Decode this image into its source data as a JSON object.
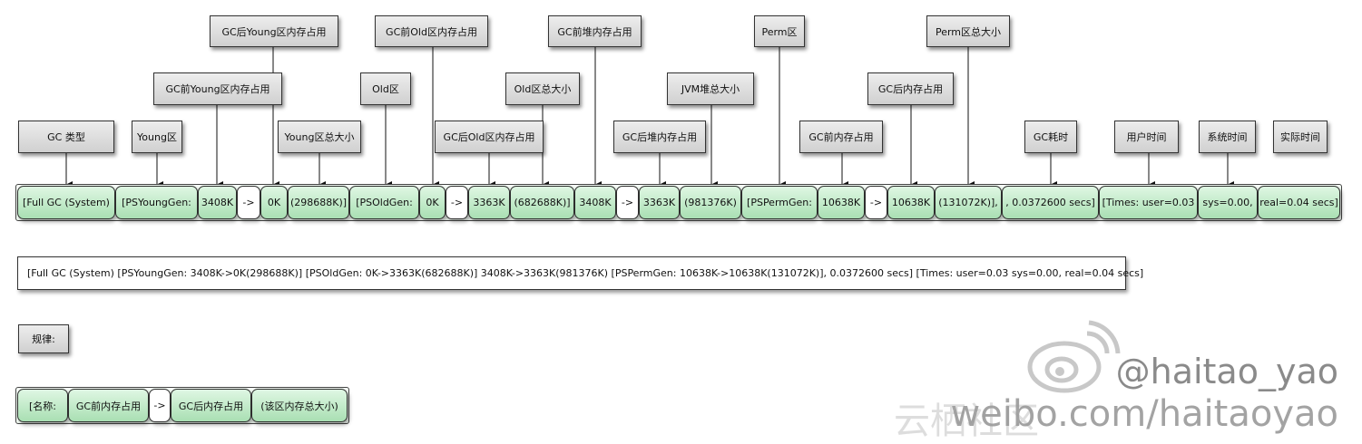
{
  "labels": {
    "gc_type": "GC 类型",
    "young_area": "Young区",
    "young_before": "GC前Young区内存占用",
    "young_after": "GC后Young区内存占用",
    "young_total": "Young区总大小",
    "old_area": "Old区",
    "old_before": "GC前Old区内存占用",
    "old_after": "GC后Old区内存占用",
    "old_total": "Old区总大小",
    "heap_before": "GC前堆内存占用",
    "heap_after": "GC后堆内存占用",
    "jvm_total": "JVM堆总大小",
    "perm_area": "Perm区",
    "perm_before": "GC前内存占用",
    "perm_after": "GC后内存占用",
    "perm_total": "Perm区总大小",
    "gc_time": "GC耗时",
    "user_time": "用户时间",
    "sys_time": "系统时间",
    "real_time": "实际时间"
  },
  "log_segments": [
    "[Full GC (System)",
    "[PSYoungGen:",
    "3408K",
    "->",
    "0K",
    "(298688K)]",
    "[PSOldGen:",
    "0K",
    "->",
    "3363K",
    "(682688K)]",
    "3408K",
    "->",
    "3363K",
    "(981376K)",
    "[PSPermGen:",
    "10638K",
    "->",
    "10638K",
    "(131072K)],",
    ", 0.0372600 secs]",
    "[Times: user=0.03",
    "sys=0.00,",
    "real=0.04 secs]"
  ],
  "full_log": "[Full GC (System) [PSYoungGen: 3408K->0K(298688K)] [PSOldGen: 0K->3363K(682688K)] 3408K->3363K(981376K) [PSPermGen: 10638K->10638K(131072K)], 0.0372600 secs] [Times: user=0.03 sys=0.00, real=0.04 secs]",
  "rule_label": "规律:",
  "rule_segments": [
    "[名称:",
    "GC前内存占用",
    "->",
    "GC后内存占用",
    "(该区内存总大小)"
  ],
  "watermark": {
    "handle": "@haitao_yao",
    "url": "weibo.com/haitaoyao",
    "site": "云栖社区"
  }
}
